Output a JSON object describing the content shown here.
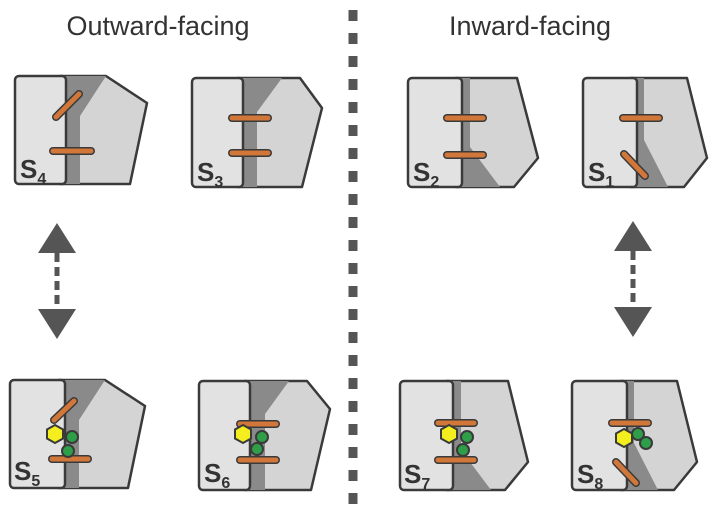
{
  "headers": {
    "outward": "Outward-facing",
    "inward": "Inward-facing"
  },
  "colors": {
    "outline": "#3a3a3a",
    "domain_light": "#e2e2e2",
    "domain_mid": "#d4d4d4",
    "channel": "#8a8a8a",
    "gate": "#d2773a",
    "substrate": "#f4ee1e",
    "ion": "#2e9e48",
    "arrow": "#555555",
    "divider": "#555555"
  },
  "states": [
    {
      "id": "s4",
      "label": "S",
      "sub": "4"
    },
    {
      "id": "s3",
      "label": "S",
      "sub": "3"
    },
    {
      "id": "s2",
      "label": "S",
      "sub": "2"
    },
    {
      "id": "s1",
      "label": "S",
      "sub": "1"
    },
    {
      "id": "s5",
      "label": "S",
      "sub": "5"
    },
    {
      "id": "s6",
      "label": "S",
      "sub": "6"
    },
    {
      "id": "s7",
      "label": "S",
      "sub": "7"
    },
    {
      "id": "s8",
      "label": "S",
      "sub": "8"
    }
  ]
}
